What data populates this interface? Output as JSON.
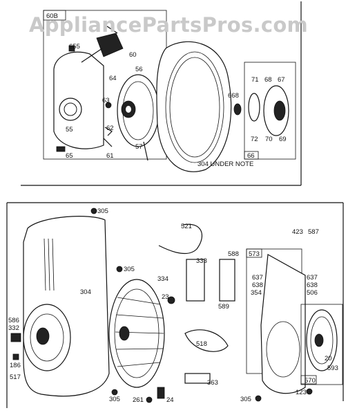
{
  "watermark": "AppliancePartsPros.com",
  "top_section": {
    "labels": [
      "60B",
      "655",
      "60",
      "56",
      "64",
      "63",
      "55",
      "62",
      "65",
      "61",
      "57",
      "304 UNDER NOTE",
      "668",
      "71",
      "68",
      "67",
      "72",
      "70",
      "69",
      "66"
    ]
  },
  "bottom_section": {
    "labels": [
      "305",
      "521",
      "423",
      "587",
      "573",
      "588",
      "333",
      "334",
      "305",
      "304",
      "23",
      "637",
      "638",
      "354",
      "637",
      "638",
      "506",
      "589",
      "586",
      "332",
      "518",
      "20",
      "186",
      "593",
      "517",
      "363",
      "570",
      "305",
      "261",
      "24",
      "305",
      "123"
    ]
  }
}
